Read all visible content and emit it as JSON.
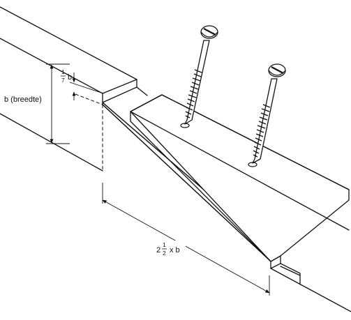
{
  "labels": {
    "width": "b (breedte)",
    "offset_num": "1",
    "offset_den": "7",
    "offset_var": "b",
    "length_whole": "2",
    "length_num": "1",
    "length_den": "2",
    "length_var": "x b"
  },
  "components": {
    "screw_count": 2
  }
}
